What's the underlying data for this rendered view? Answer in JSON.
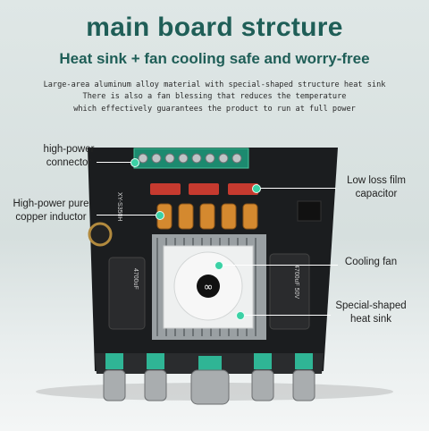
{
  "title": "main board strcture",
  "subtitle": "Heat sink + fan cooling  safe and worry-free",
  "description": [
    "Large-area aluminum alloy material with special-shaped structure heat sink",
    "There is also a fan blessing that reduces the temperature",
    "which effectively guarantees the product to run at full power"
  ],
  "callouts": {
    "connector": [
      "high-power",
      "connector"
    ],
    "inductor": [
      "High-power pure",
      "copper inductor"
    ],
    "capacitor": [
      "Low loss film",
      "capacitor"
    ],
    "fan": "Cooling fan",
    "heatsink": [
      "Special-shaped",
      "heat sink"
    ]
  },
  "board_markings": {
    "model": "XY-S350H",
    "cap_left": "4700uF",
    "cap_right": "4700uF 50V"
  },
  "colors": {
    "title": "#1f5e57",
    "accent_dot": "#3bd1a5",
    "board": "#1b1d1f",
    "knob_base": "#2fb595"
  },
  "icons": [
    "fan-icon",
    "knob-icon",
    "terminal-screw-icon"
  ]
}
